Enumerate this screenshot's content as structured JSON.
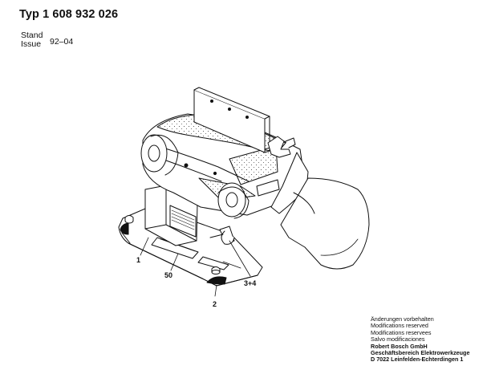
{
  "header": {
    "title": "Typ 1 608 932 026",
    "stand_label": "Stand",
    "issue_label": "Issue",
    "stand_value": "92–04"
  },
  "callouts": {
    "c1": "1",
    "c50": "50",
    "c2": "2",
    "c34": "3+4"
  },
  "footer": {
    "line1": "Änderungen vorbehalten",
    "line2": "Modifications reserved",
    "line3": "Modifications reservees",
    "line4": "Salvo modificaciones",
    "line5": "Robert Bosch GmbH",
    "line6": "Geschäftsbereich Elektrowerkzeuge",
    "line7": "D 7022 Leinfelden-Echterdingen 1"
  }
}
